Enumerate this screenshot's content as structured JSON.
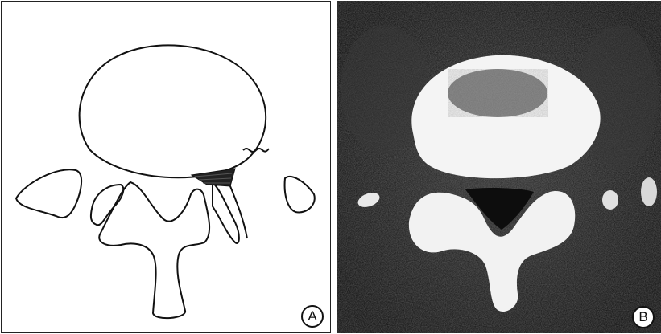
{
  "panels": [
    {
      "label": "A",
      "kind": "line-drawing"
    },
    {
      "label": "B",
      "kind": "ct-scan"
    }
  ],
  "colors": {
    "drawing_background": "#ffffff",
    "drawing_stroke": "#111111",
    "ct_background": "#0b0b0b",
    "bone": "#f2f2f2",
    "cancellous": "#5a5a5a"
  }
}
